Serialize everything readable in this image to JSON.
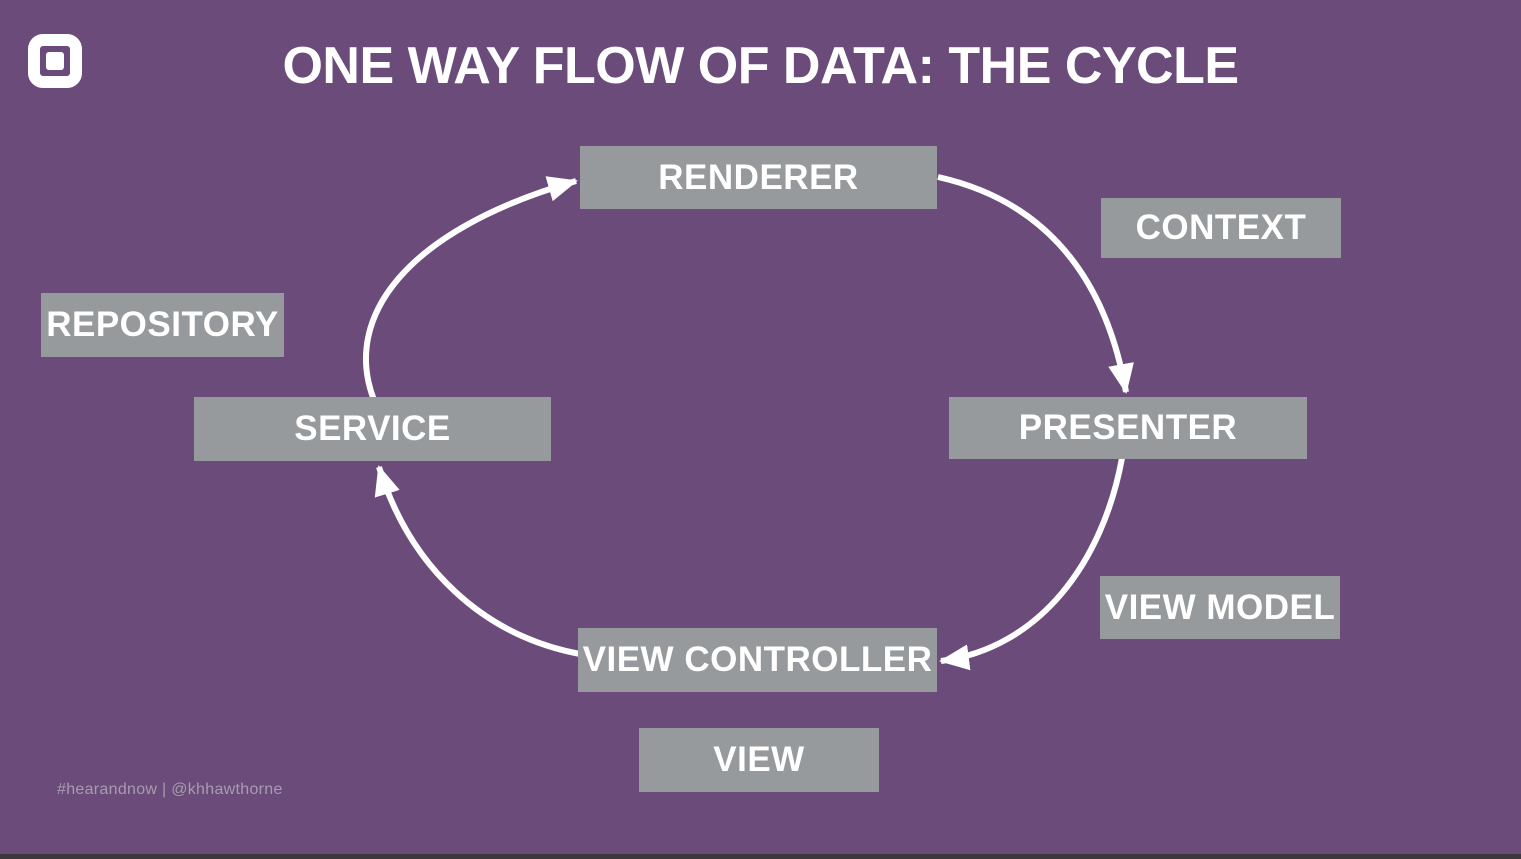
{
  "slide": {
    "title": "ONE WAY FLOW OF DATA: THE CYCLE",
    "footer": "#hearandnow | @khhawthorne"
  },
  "nodes": {
    "renderer": "RENDERER",
    "context": "CONTEXT",
    "repository": "REPOSITORY",
    "service": "SERVICE",
    "presenter": "PRESENTER",
    "view_model": "VIEW MODEL",
    "view_controller": "VIEW CONTROLLER",
    "view": "VIEW"
  },
  "cycle": {
    "edges": [
      {
        "from": "RENDERER",
        "to": "PRESENTER"
      },
      {
        "from": "PRESENTER",
        "to": "VIEW CONTROLLER"
      },
      {
        "from": "VIEW CONTROLLER",
        "to": "SERVICE"
      },
      {
        "from": "SERVICE",
        "to": "RENDERER"
      }
    ]
  },
  "icons": {
    "logo": "square-logo"
  },
  "colors": {
    "background": "#6a4b7a",
    "node_box": "#969a9c",
    "node_text": "#ffffff",
    "arrow": "#ffffff",
    "footer_text": "#a79dae",
    "bottom_bar": "#3a3a3c"
  }
}
